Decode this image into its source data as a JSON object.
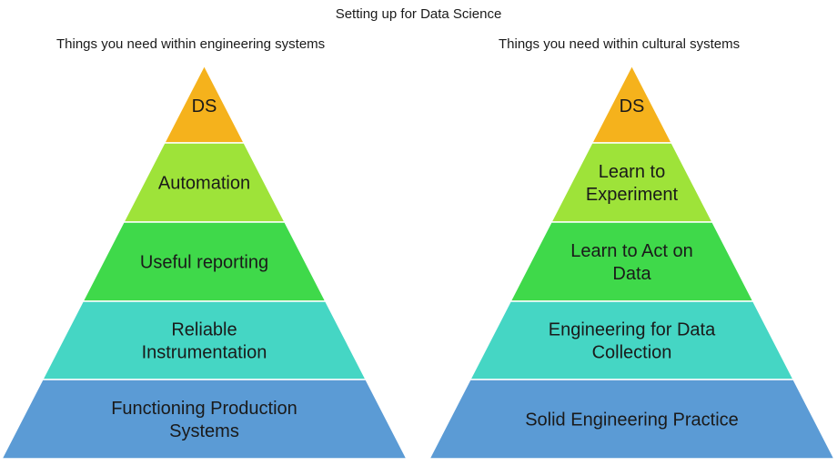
{
  "title": "Setting up for Data Science",
  "pyramids": [
    {
      "heading": "Things you need within engineering systems",
      "layers": [
        {
          "lines": [
            "DS"
          ],
          "color": "#F5B21C"
        },
        {
          "lines": [
            "Automation"
          ],
          "color": "#9EE339"
        },
        {
          "lines": [
            "Useful reporting"
          ],
          "color": "#3FD94A"
        },
        {
          "lines": [
            "Reliable",
            "Instrumentation"
          ],
          "color": "#45D6C4"
        },
        {
          "lines": [
            "Functioning Production",
            "Systems"
          ],
          "color": "#5B9BD5"
        }
      ]
    },
    {
      "heading": "Things you need within cultural systems",
      "layers": [
        {
          "lines": [
            "DS"
          ],
          "color": "#F5B21C"
        },
        {
          "lines": [
            "Learn to",
            "Experiment"
          ],
          "color": "#9EE339"
        },
        {
          "lines": [
            "Learn to Act on",
            "Data"
          ],
          "color": "#3FD94A"
        },
        {
          "lines": [
            "Engineering for Data",
            "Collection"
          ],
          "color": "#45D6C4"
        },
        {
          "lines": [
            "Solid Engineering Practice"
          ],
          "color": "#5B9BD5"
        }
      ]
    }
  ]
}
